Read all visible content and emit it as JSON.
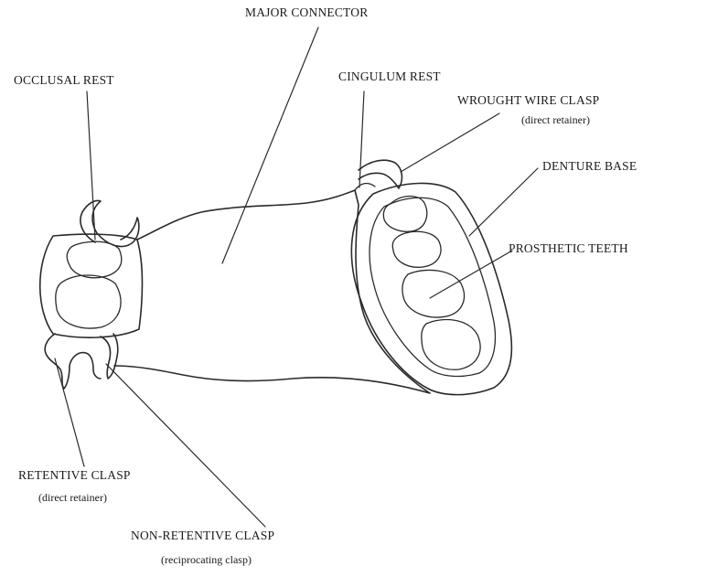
{
  "labels": {
    "major_connector": "MAJOR CONNECTOR",
    "occlusal_rest": "OCCLUSAL REST",
    "cingulum_rest": "CINGULUM REST",
    "wrought_wire_clasp": "WROUGHT WIRE CLASP",
    "wrought_wire_clasp_sub": "(direct retainer)",
    "denture_base": "DENTURE BASE",
    "prosthetic_teeth": "PROSTHETIC TEETH",
    "retentive_clasp": "RETENTIVE CLASP",
    "retentive_clasp_sub": "(direct retainer)",
    "non_retentive_clasp": "NON-RETENTIVE CLASP",
    "non_retentive_clasp_sub": "(reciprocating clasp)"
  }
}
